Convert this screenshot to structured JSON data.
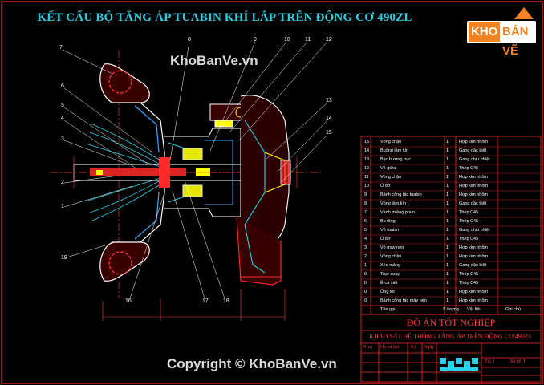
{
  "title": "KẾT CẤU BỘ TĂNG ÁP TUABIN KHÍ LẮP TRÊN ĐỘNG CƠ 490ZL",
  "logo": {
    "left": "KHO",
    "right": "BẢN VẼ"
  },
  "watermarks": {
    "top": "KhoBanVe.vn",
    "bottom": "Copyright © KhoBanVe.vn"
  },
  "callouts": [
    "7",
    "6",
    "5",
    "4",
    "3",
    "2",
    "1",
    "19",
    "8",
    "9",
    "10",
    "11",
    "12",
    "13",
    "14",
    "15",
    "16",
    "17",
    "18"
  ],
  "bom": [
    {
      "no": "15",
      "name": "Vòng chặn",
      "qty": "1",
      "mat": "Hợp kim nhôm"
    },
    {
      "no": "14",
      "name": "Buồng làm kín",
      "qty": "1",
      "mat": "Gang đặc biệt"
    },
    {
      "no": "13",
      "name": "Bạc hướng trục",
      "qty": "1",
      "mat": "Gang chịu nhiệt"
    },
    {
      "no": "12",
      "name": "Vỏ giữa",
      "qty": "1",
      "mat": "Thép C45"
    },
    {
      "no": "11",
      "name": "Vòng chặn",
      "qty": "1",
      "mat": "Hợp kim nhôm"
    },
    {
      "no": "10",
      "name": "Ổ đỡ",
      "qty": "1",
      "mat": "Hợp kim nhôm"
    },
    {
      "no": "9",
      "name": "Bánh công tác tuabin",
      "qty": "1",
      "mat": "Hợp kim nhôm"
    },
    {
      "no": "8",
      "name": "Vòng làm kín",
      "qty": "1",
      "mat": "Gang đặc biệt"
    },
    {
      "no": "7",
      "name": "Vành miệng phun",
      "qty": "1",
      "mat": "Thép C45"
    },
    {
      "no": "6",
      "name": "Bu lông",
      "qty": "1",
      "mat": "Thép C45"
    },
    {
      "no": "5",
      "name": "Vỏ tuabin",
      "qty": "1",
      "mat": "Gang chịu nhiệt"
    },
    {
      "no": "4",
      "name": "Ổ đỡ",
      "qty": "1",
      "mat": "Thép C45"
    },
    {
      "no": "3",
      "name": "Vỏ máy nén",
      "qty": "1",
      "mat": "Hợp kim nhôm"
    },
    {
      "no": "2",
      "name": "Vòng chặn",
      "qty": "1",
      "mat": "Hợp kim nhôm"
    },
    {
      "no": "1",
      "name": "Xéc-măng",
      "qty": "1",
      "mat": "Gang đặc biệt"
    },
    {
      "no": "0",
      "name": "Trục quay",
      "qty": "1",
      "mat": "Thép C45"
    },
    {
      "no": "0",
      "name": "Ê-cu siết",
      "qty": "1",
      "mat": "Thép C45"
    },
    {
      "no": "0",
      "name": "Ống lót",
      "qty": "1",
      "mat": "Hợp kim nhôm"
    },
    {
      "no": "0",
      "name": "Bánh công tác máy nén",
      "qty": "1",
      "mat": "Hợp kim nhôm"
    }
  ],
  "bom_header": {
    "name": "Tên gọi",
    "qty": "S.lượng",
    "mat": "Vật liệu",
    "note": "Ghi chú"
  },
  "title_block": {
    "heading": "ĐỒ ÁN TỐT NGHIỆP",
    "subtitle": "KHẢO SÁT HỆ THỐNG TĂNG ÁP TRÊN ĐỘNG CƠ 490ZL",
    "row_labels": [
      "N.vụ",
      "Họ và tên",
      "Ký",
      "Ngày"
    ],
    "sheet": "Tờ: 1",
    "sheets": "Số tờ: 1"
  },
  "colors": {
    "background": "#000000",
    "title": "#2bd0e6",
    "frame": "#ff2a2a",
    "logo": "#f58220"
  }
}
